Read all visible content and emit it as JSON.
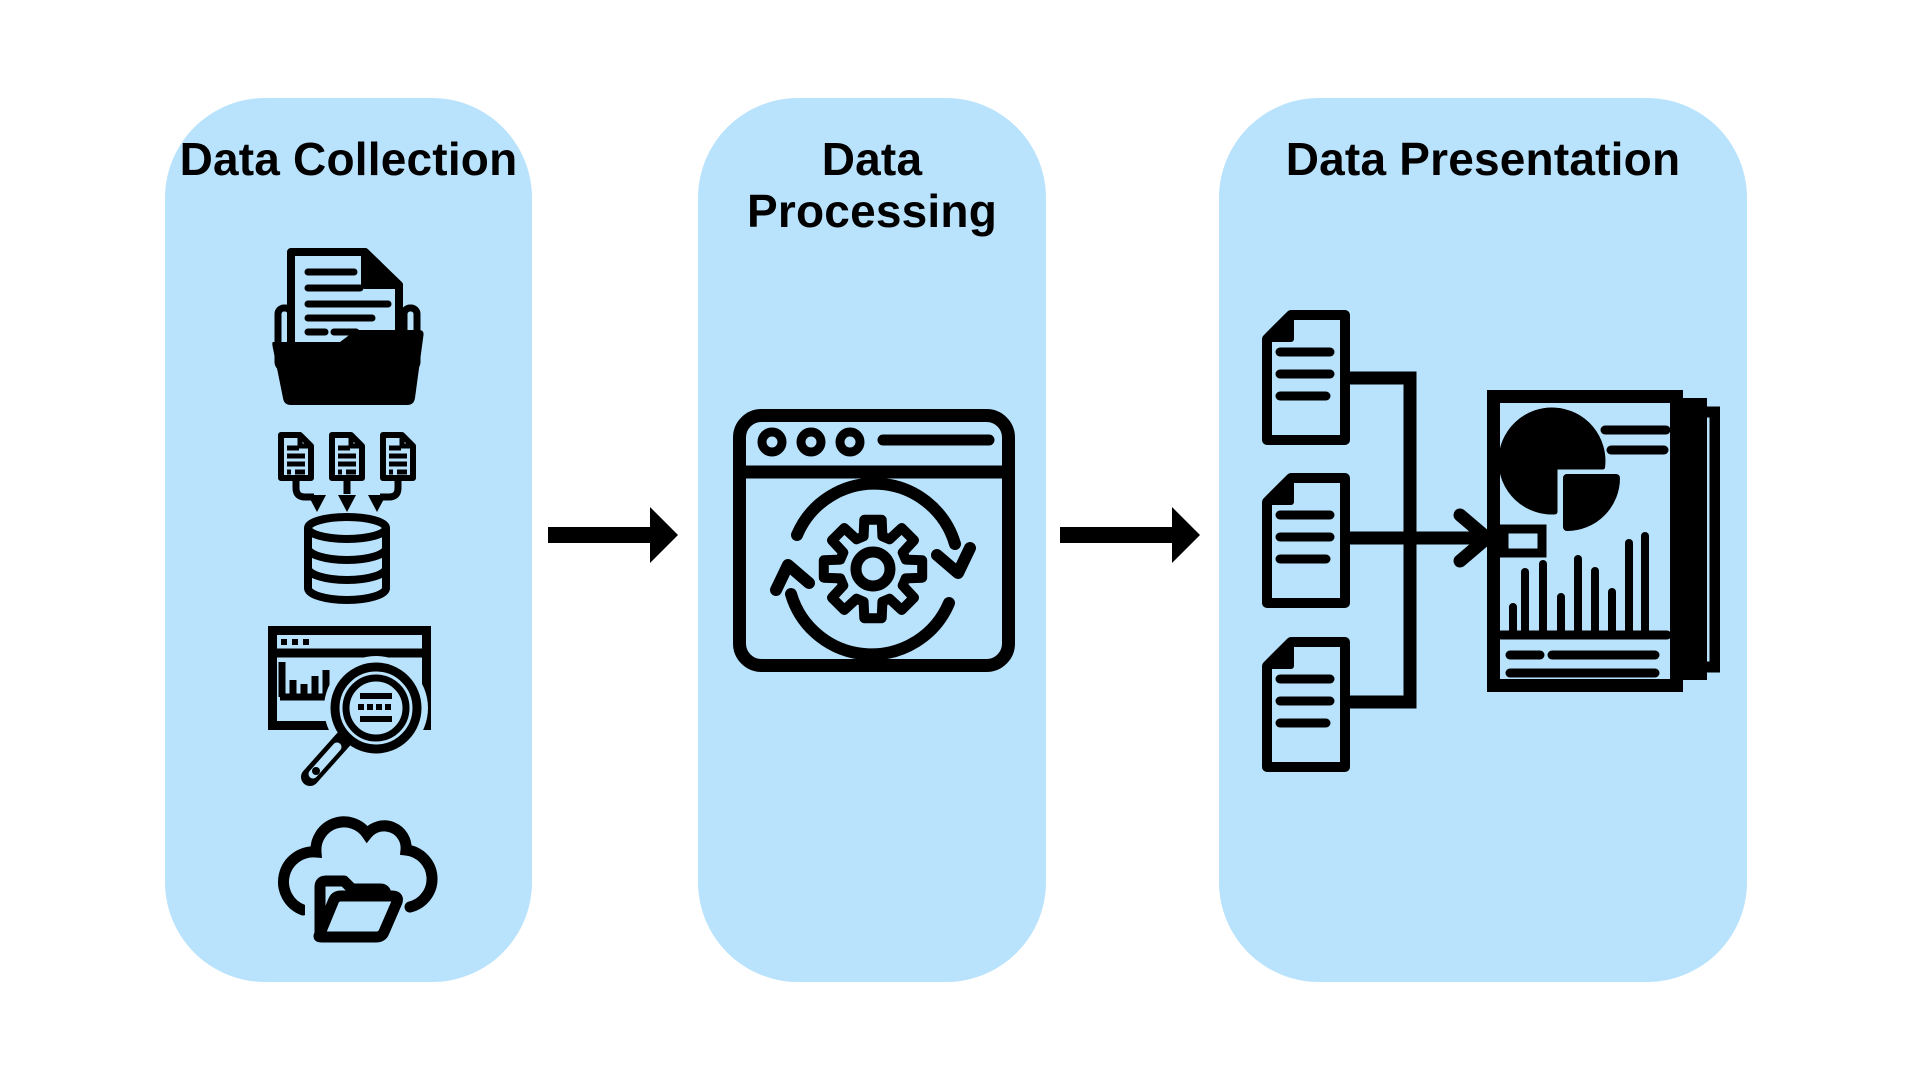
{
  "colors": {
    "canvas_bg": "#FFFFFF",
    "panel_bg": "#B9E3FC",
    "ink": "#000000"
  },
  "panels": [
    {
      "id": "collection",
      "title": "Data Collection",
      "icons": [
        "document-folder",
        "files-to-database",
        "web-analytics-search",
        "cloud-folder"
      ]
    },
    {
      "id": "processing",
      "title": "Data Processing",
      "icons": [
        "browser-gear-sync"
      ]
    },
    {
      "id": "presentation",
      "title": "Data Presentation",
      "icons": [
        "source-document",
        "source-document",
        "source-document",
        "merge-connector",
        "report-stack"
      ]
    }
  ],
  "flow": [
    {
      "from": "Data Collection",
      "to": "Data Processing"
    },
    {
      "from": "Data Processing",
      "to": "Data Presentation"
    }
  ]
}
